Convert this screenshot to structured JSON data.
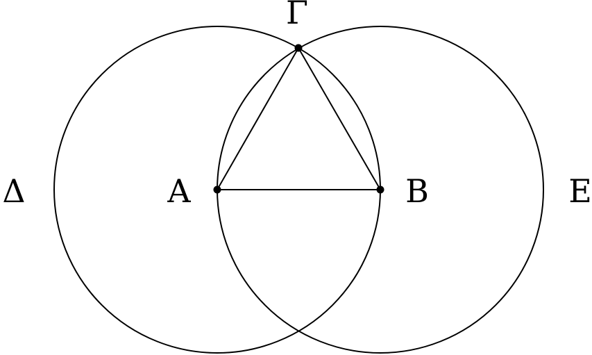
{
  "figure": {
    "labels": {
      "gamma": "Γ",
      "delta": "Δ",
      "a": "A",
      "b": "B",
      "e": "E"
    },
    "colors": {
      "stroke": "#000000",
      "background": "#ffffff"
    }
  }
}
